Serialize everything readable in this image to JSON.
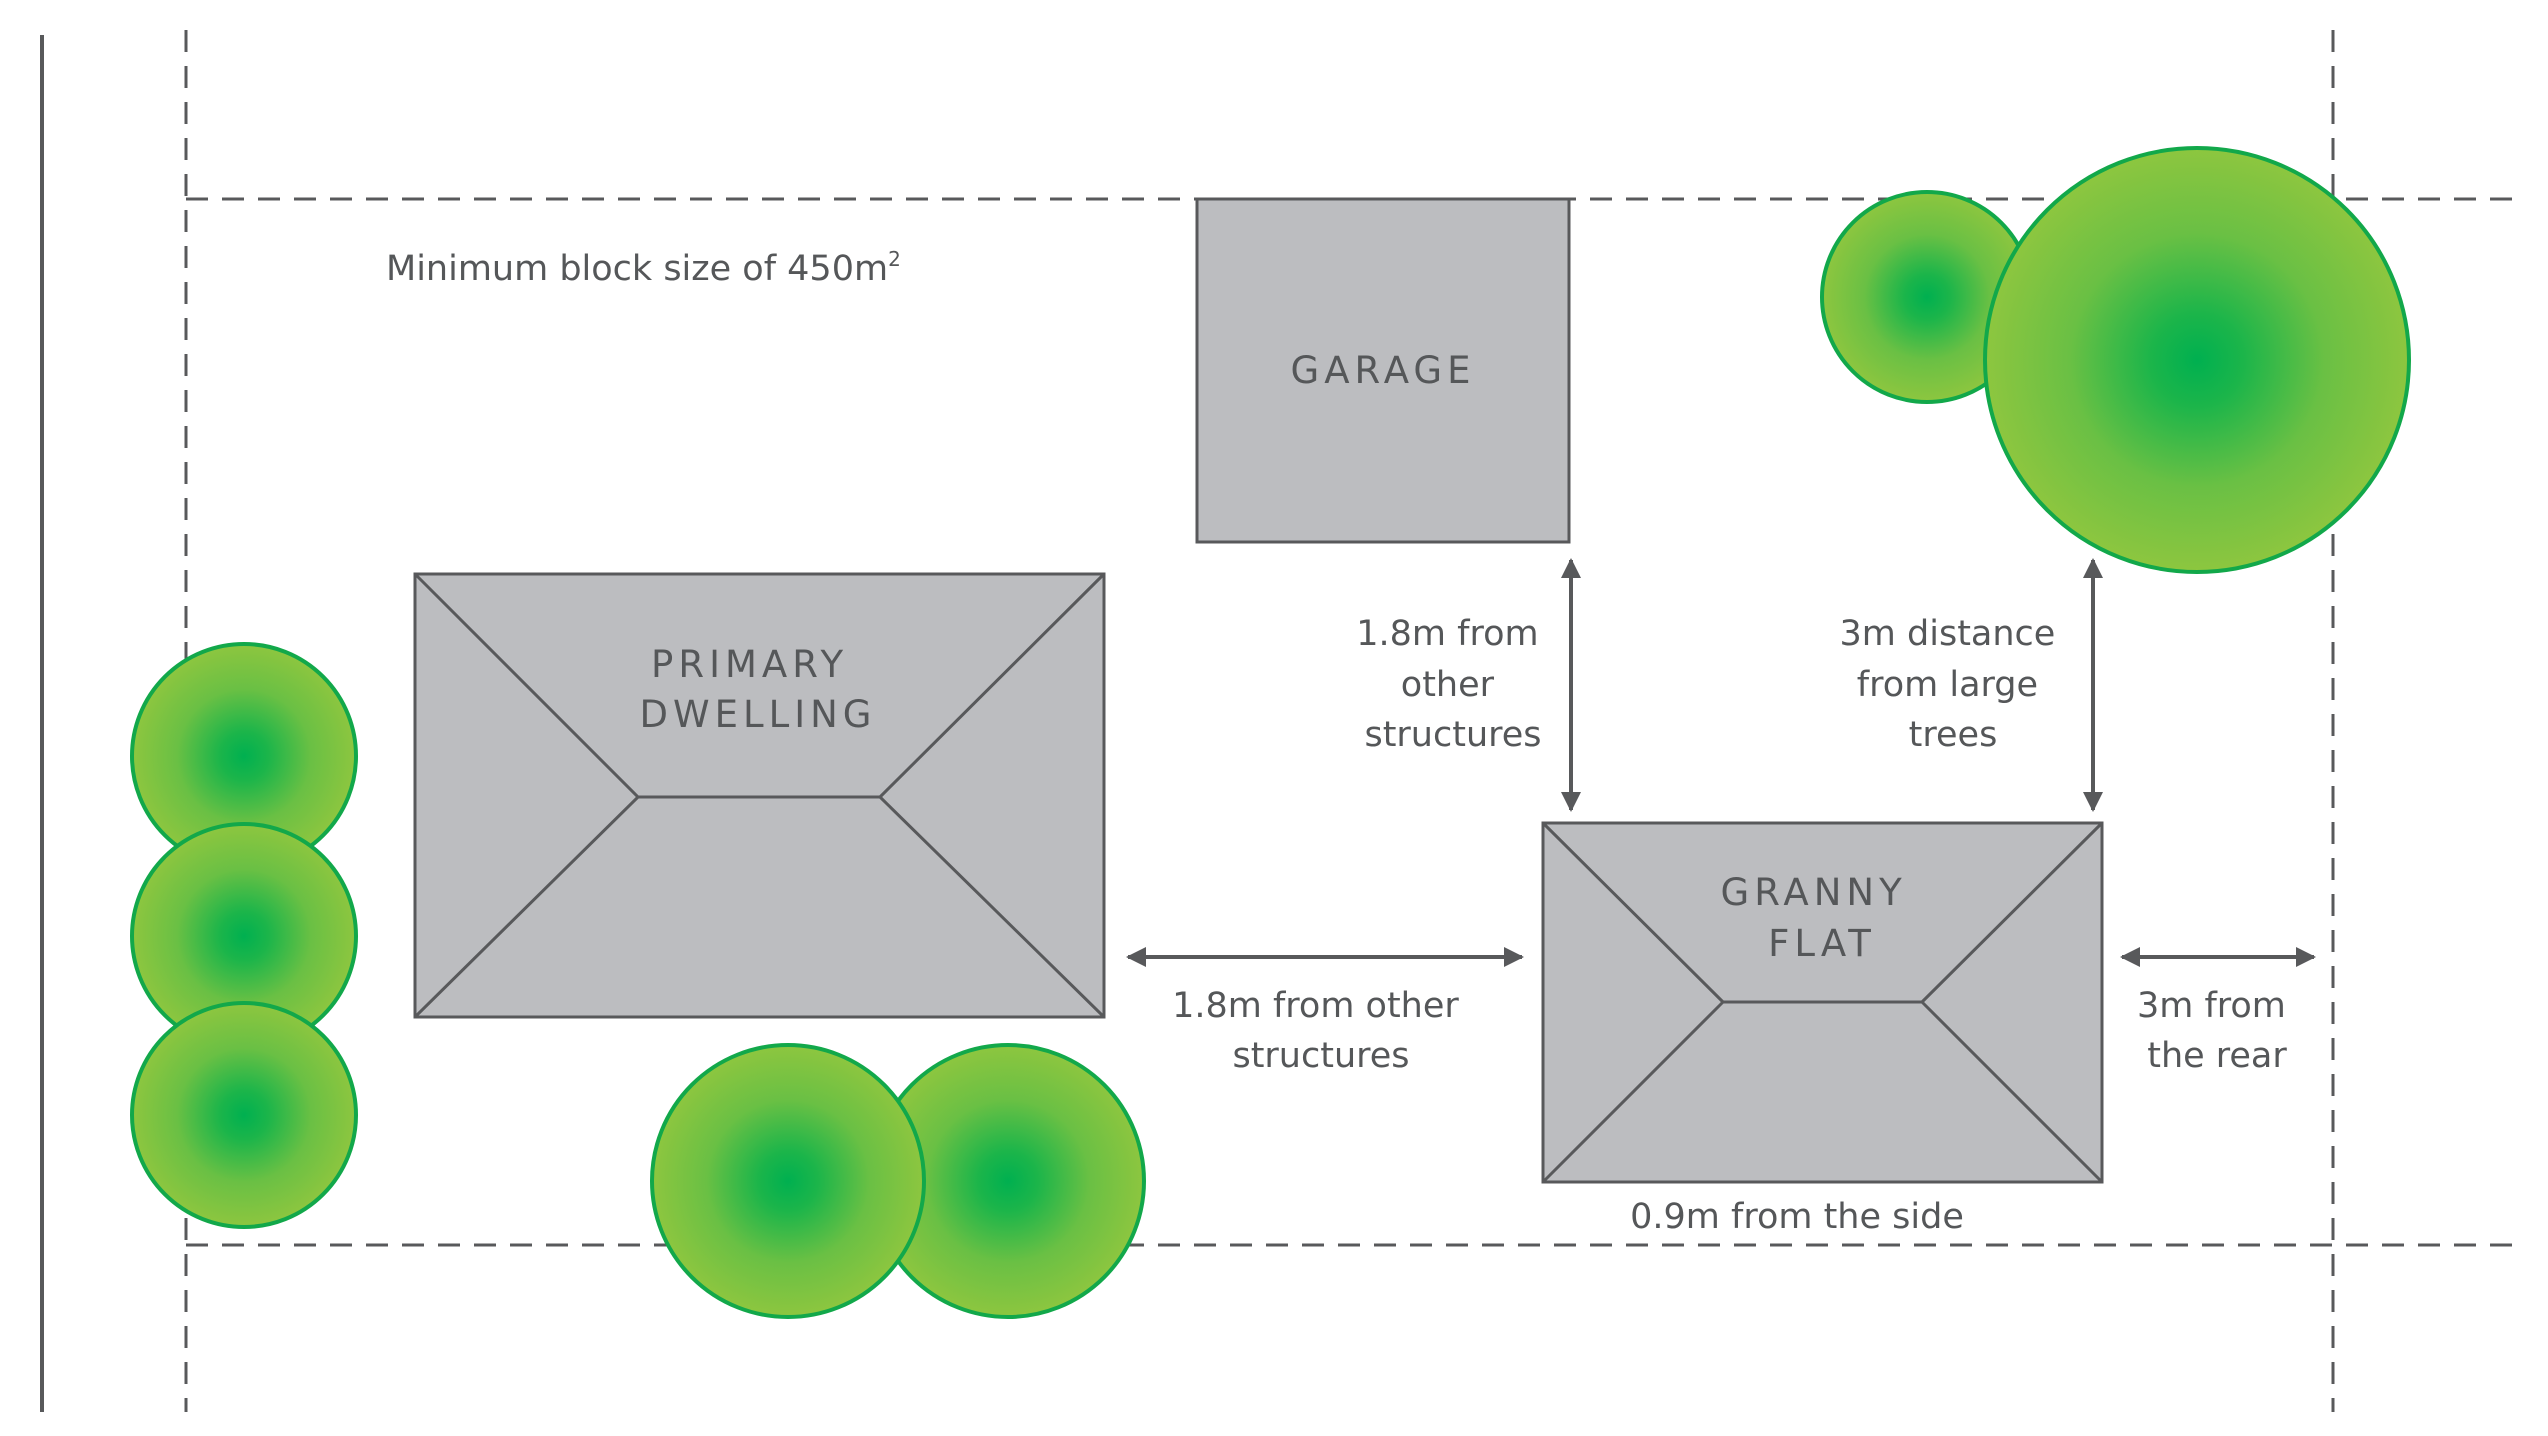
{
  "block_size_note": {
    "prefix": "Minimum block size of 450m",
    "sup": "2"
  },
  "buildings": {
    "garage": {
      "label": "GARAGE"
    },
    "primary_dwelling": {
      "label_lines": [
        "PRIMARY",
        "DWELLING"
      ]
    },
    "granny_flat": {
      "label_lines": [
        "GRANNY",
        "FLAT"
      ]
    }
  },
  "distances": {
    "garage_to_flat": [
      "1.8m from",
      "other",
      "structures"
    ],
    "trees_to_flat": [
      "3m distance",
      "from large",
      "trees"
    ],
    "dwelling_to_flat": [
      "1.8m from other",
      "structures"
    ],
    "rear": [
      "3m from",
      "the rear"
    ],
    "side": "0.9m from the side"
  },
  "colors": {
    "building_fill": "#bcbdc0",
    "building_stroke": "#58595b",
    "tree_center": "#00b050",
    "tree_edge": "#8dc63f",
    "tree_stroke": "#12a84a",
    "line": "#58595b",
    "text": "#555759"
  }
}
